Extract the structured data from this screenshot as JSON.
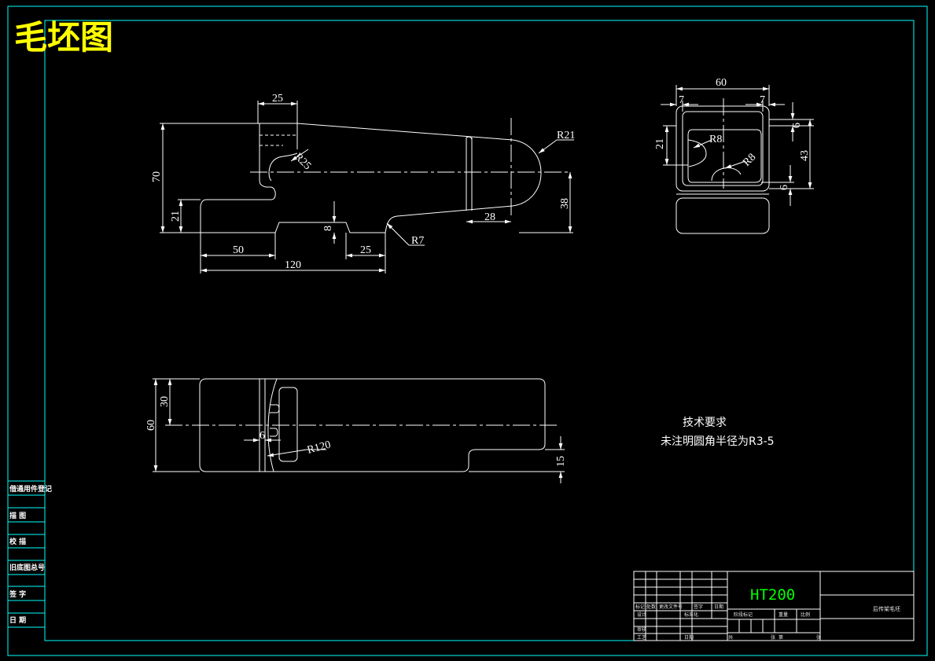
{
  "title": "毛坯图",
  "colors": {
    "title": "#ffff00",
    "frame": "#00ffff",
    "line": "#ffffff",
    "sidebar_text": "#ffffff",
    "material": "#00ff00"
  },
  "front_view": {
    "dims": {
      "width_top": "25",
      "height_total": "70",
      "height_low": "21",
      "radius_top": "R25",
      "radius_right": "R21",
      "height_right": "38",
      "width_right": "28",
      "depth_notch": "8",
      "radius_fillet": "R7",
      "width_50": "50",
      "width_25": "25",
      "width_120": "120"
    }
  },
  "side_view": {
    "dims": {
      "width_total": "60",
      "left_7": "7",
      "right_7": "7",
      "top_6": "6",
      "height_21": "21",
      "radius_r8_a": "R8",
      "radius_r8_b": "R8",
      "height_43": "43",
      "bottom_6": "6"
    }
  },
  "top_view": {
    "dims": {
      "height_60": "60",
      "height_30": "30",
      "width_6": "6",
      "radius_120": "R120",
      "height_15": "15"
    }
  },
  "tech_notes": {
    "heading": "技术要求",
    "line1": "未注明圆角半径为R3-5"
  },
  "sidebar": [
    "借通用件登记",
    "描    图",
    "校    描",
    "旧底图总号",
    "签    字",
    "日    期"
  ],
  "title_block": {
    "material": "HT200",
    "part_name": "后传架毛坯",
    "labels": {
      "mark": "标记",
      "count": "处数",
      "file_no": "更改文件号",
      "sign": "签字",
      "date": "日期",
      "design": "设计",
      "std": "标准化",
      "review": "审核",
      "process": "工艺",
      "date2": "日期",
      "stage": "阶段标记",
      "weight": "重量",
      "scale": "比例",
      "sheet_total": "共",
      "sheet": "第",
      "sheet_unit1": "张",
      "sheet_unit2": "张"
    }
  }
}
